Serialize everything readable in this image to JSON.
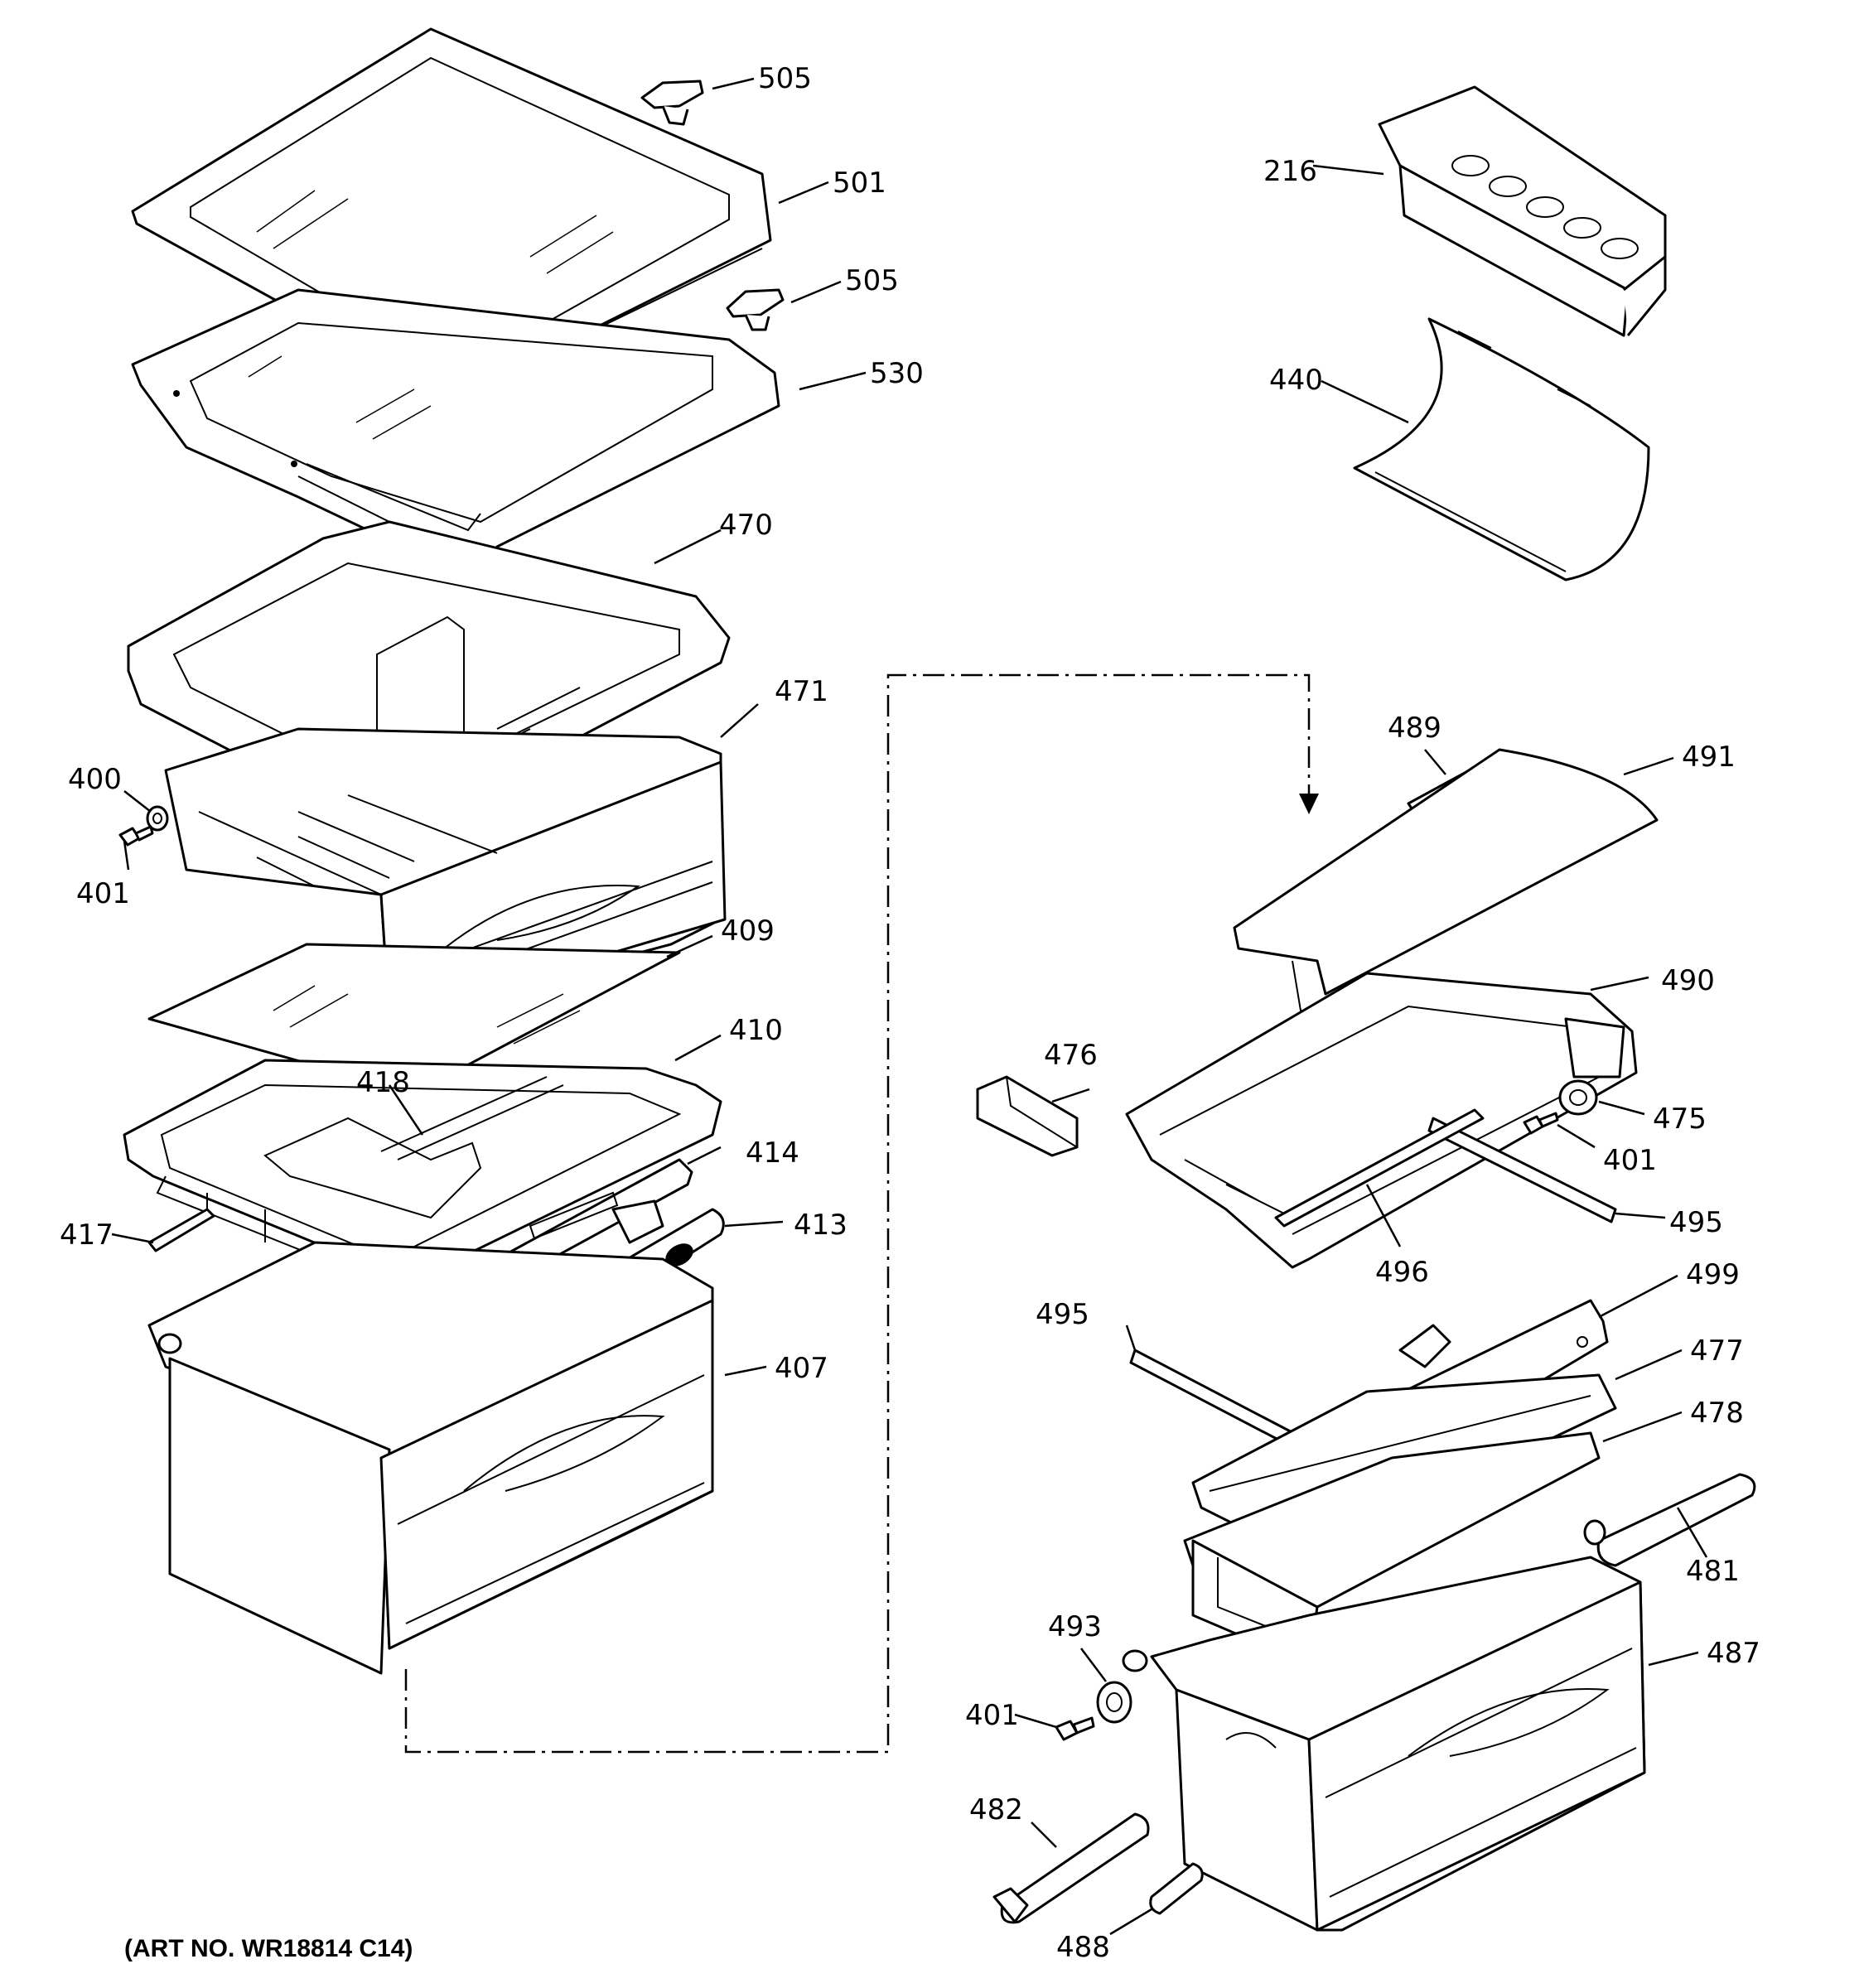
{
  "art_number": "(ART NO. WR18814 C14)",
  "labels": {
    "p505a": "505",
    "p501": "501",
    "p505b": "505",
    "p530": "530",
    "p470": "470",
    "p471": "471",
    "p400": "400",
    "p401a": "401",
    "p409": "409",
    "p410": "410",
    "p418": "418",
    "p414": "414",
    "p417": "417",
    "p413": "413",
    "p407": "407",
    "p216": "216",
    "p440": "440",
    "p489": "489",
    "p491": "491",
    "p490": "490",
    "p476": "476",
    "p475": "475",
    "p401b": "401",
    "p495a": "495",
    "p496": "496",
    "p499": "499",
    "p495b": "495",
    "p477": "477",
    "p478": "478",
    "p481": "481",
    "p493": "493",
    "p487": "487",
    "p401c": "401",
    "p482": "482",
    "p488": "488"
  }
}
